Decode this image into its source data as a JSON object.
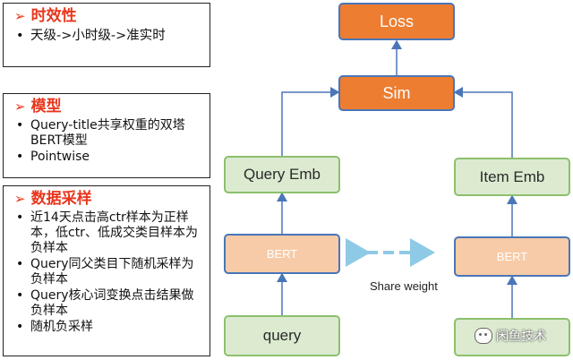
{
  "panels": {
    "timeliness": {
      "title": "时效性",
      "items": [
        "天级->小时级->准实时"
      ]
    },
    "model": {
      "title": "模型",
      "items": [
        "Query-title共享权重的双塔BERT模型",
        "Pointwise"
      ]
    },
    "sampling": {
      "title": "数据采样",
      "items": [
        "近14天点击高ctr样本为正样本，低ctr、低成交类目样本为负样本",
        "Query同父类目下随机采样为负样本",
        "Query核心词变换点击结果做负样本",
        "随机负采样"
      ]
    }
  },
  "diagram": {
    "loss": "Loss",
    "sim": "Sim",
    "query_emb": "Query Emb",
    "item_emb": "Item Emb",
    "bert_left": "BERT",
    "bert_right": "BERT",
    "query": "query",
    "item_input": "",
    "share_weight": "Share weight"
  },
  "watermark": "闲鱼技术",
  "colors": {
    "accent_red": "#e8361d",
    "orange_node": "#ed7d31",
    "green_node": "#dcebd0",
    "bert_node": "#f7cba7",
    "arrow_blue": "#4a76b8",
    "share_arrow": "#8ecae6"
  }
}
